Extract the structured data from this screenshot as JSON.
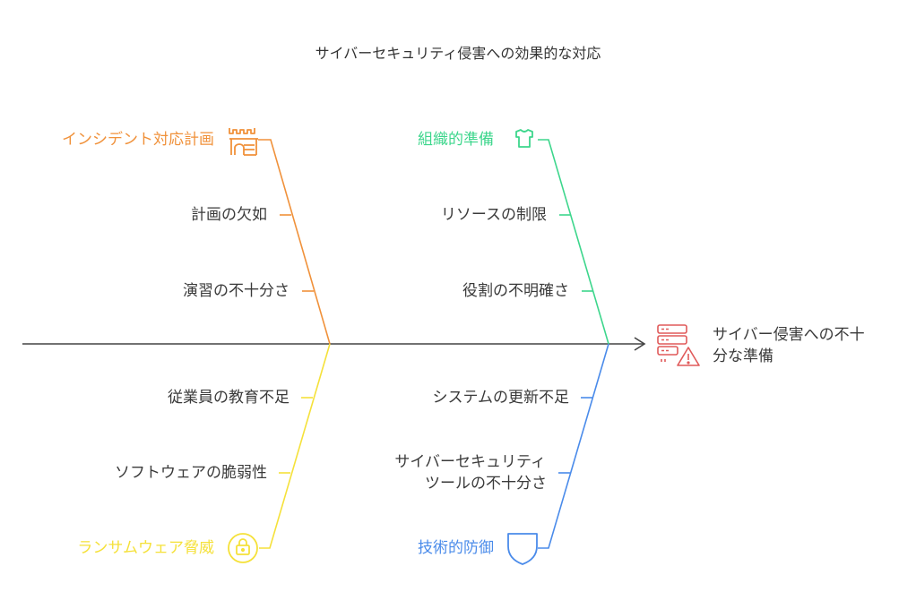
{
  "title": "サイバーセキュリティ侵害への効果的な対応",
  "effect": {
    "line1": "サイバー侵害への不十",
    "line2": "分な準備"
  },
  "colors": {
    "orange": "#F0913A",
    "green": "#3DD68C",
    "yellow": "#F5E13A",
    "blue": "#4A8BEA",
    "red": "#E05A5A",
    "spine": "#444444"
  },
  "categories": {
    "incident_plan": {
      "label": "インシデント対応計画",
      "icon": "castle-icon",
      "causes": [
        "計画の欠如",
        "演習の不十分さ"
      ]
    },
    "org_prep": {
      "label": "組織的準備",
      "icon": "shirt-icon",
      "causes": [
        "リソースの制限",
        "役割の不明確さ"
      ]
    },
    "ransomware": {
      "label": "ランサムウェア脅威",
      "icon": "lock-icon",
      "causes": [
        "従業員の教育不足",
        "ソフトウェアの脆弱性"
      ]
    },
    "tech_defense": {
      "label": "技術的防御",
      "icon": "shield-icon",
      "causes": [
        "システムの更新不足",
        "サイバーセキュリティ",
        "ツールの不十分さ"
      ]
    }
  }
}
